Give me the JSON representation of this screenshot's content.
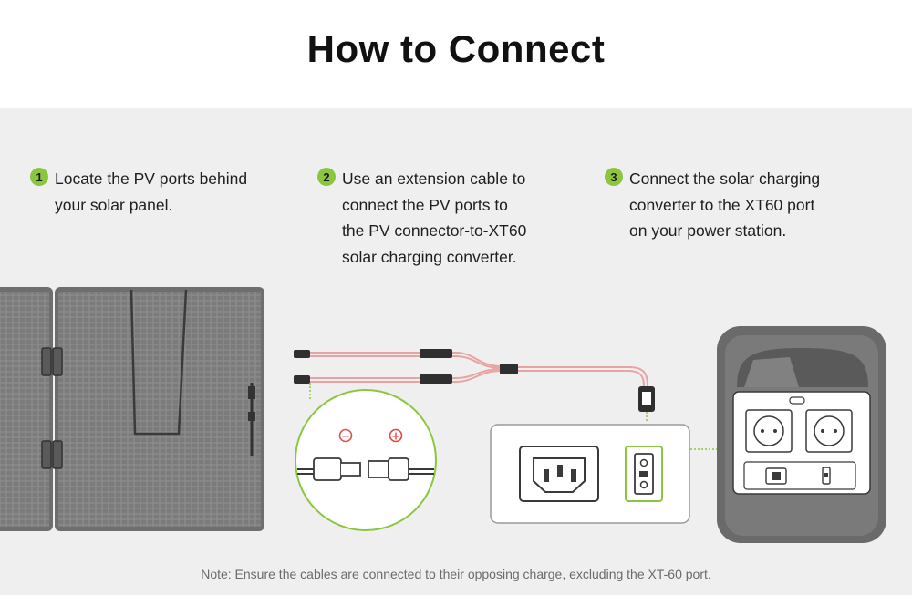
{
  "title": "How to Connect",
  "steps": [
    {
      "number": "1",
      "text": "Locate the PV ports behind\nyour solar panel."
    },
    {
      "number": "2",
      "text": "Use an extension cable to\nconnect the PV ports to\nthe PV connector-to-XT60\nsolar charging converter."
    },
    {
      "number": "3",
      "text": "Connect the solar charging\nconverter to the XT60 port\non your power station."
    }
  ],
  "connector_symbols": {
    "negative": "−",
    "positive": "+"
  },
  "note": "Note: Ensure the cables are connected to their opposing charge, excluding the XT-60 port.",
  "colors": {
    "accent_green": "#8cc63f",
    "cable_red": "#e8a3a3",
    "panel_gray": "#7a7a7a",
    "background_gray": "#efefef",
    "negative_red": "#d9534f",
    "positive_red": "#e4473d"
  }
}
